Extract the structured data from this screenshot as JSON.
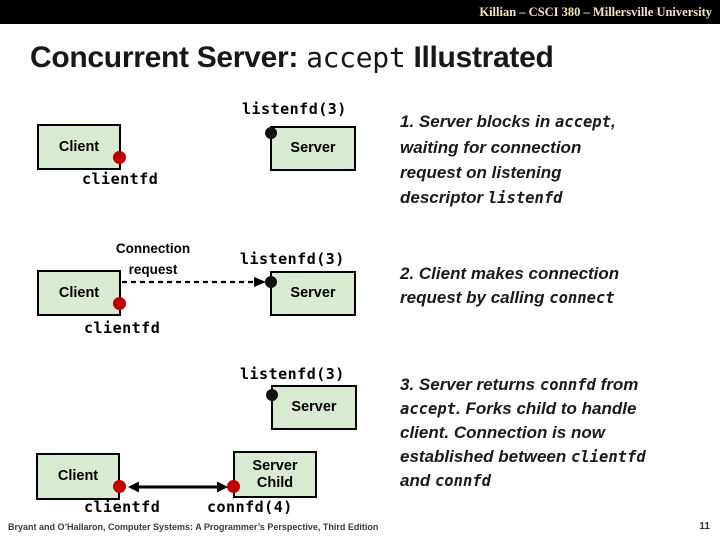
{
  "header": {
    "banner": "Killian – CSCI 380 – Millersville University"
  },
  "title": {
    "prefix": "Concurrent Server: ",
    "code": "accept",
    "suffix": " Illustrated"
  },
  "colors": {
    "banner_bg": "#000000",
    "banner_text": "#f2e4bd",
    "box_fill": "#d9ead3",
    "box_border": "#000000",
    "red_dot": "#c00000",
    "black_dot": "#111111",
    "text": "#1a1a1a"
  },
  "diagram": {
    "stage1": {
      "listenfd": "listenfd(3)",
      "client": "Client",
      "server": "Server",
      "clientfd": "clientfd"
    },
    "stage2": {
      "listenfd": "listenfd(3)",
      "client": "Client",
      "server": "Server",
      "clientfd": "clientfd",
      "connection_request_line1": "Connection",
      "connection_request_line2": "request"
    },
    "stage3": {
      "listenfd": "listenfd(3)",
      "client": "Client",
      "server": "Server",
      "server_child_line1": "Server",
      "server_child_line2": "Child",
      "clientfd": "clientfd",
      "connfd": "connfd(4)"
    }
  },
  "notes": [
    {
      "lines": [
        [
          {
            "text": "1. Server blocks in ",
            "mono": false
          },
          {
            "text": "accept",
            "mono": true
          },
          {
            "text": ",",
            "mono": false
          }
        ],
        [
          {
            "text": "waiting for connection",
            "mono": false
          }
        ],
        [
          {
            "text": "request on listening",
            "mono": false
          }
        ],
        [
          {
            "text": "descriptor ",
            "mono": false
          },
          {
            "text": "listenfd",
            "mono": true
          }
        ]
      ]
    },
    {
      "lines": [
        [
          {
            "text": "2. Client makes connection",
            "mono": false
          }
        ],
        [
          {
            "text": "request by calling ",
            "mono": false
          },
          {
            "text": "connect",
            "mono": true
          }
        ]
      ]
    },
    {
      "lines": [
        [
          {
            "text": "3. Server returns ",
            "mono": false
          },
          {
            "text": "connfd",
            "mono": true
          },
          {
            "text": " from",
            "mono": false
          }
        ],
        [
          {
            "text": "accept",
            "mono": true
          },
          {
            "text": ". Forks child to handle",
            "mono": false
          }
        ],
        [
          {
            "text": "client.  Connection is now",
            "mono": false
          }
        ],
        [
          {
            "text": "established between ",
            "mono": false
          },
          {
            "text": "clientfd",
            "mono": true
          }
        ],
        [
          {
            "text": "and ",
            "mono": false
          },
          {
            "text": "connfd",
            "mono": true
          }
        ]
      ]
    }
  ],
  "footer": {
    "attribution": "Bryant and O’Hallaron, Computer Systems: A Programmer’s Perspective, Third Edition",
    "page_number": "11"
  }
}
